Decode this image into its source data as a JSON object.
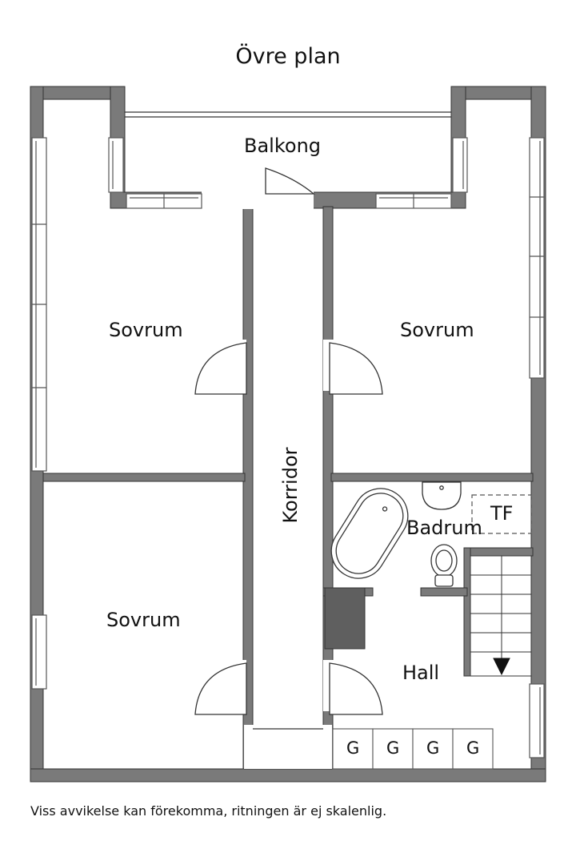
{
  "plan": {
    "title": "Övre plan",
    "rooms": {
      "balcony": "Balkong",
      "bedroom_top_left": "Sovrum",
      "bedroom_top_right": "Sovrum",
      "bedroom_bottom_left": "Sovrum",
      "corridor": "Korridor",
      "bathroom": "Badrum",
      "laundry": "TF",
      "hall": "Hall"
    },
    "wardrobes": [
      "G",
      "G",
      "G",
      "G"
    ],
    "disclaimer": "Viss avvikelse kan förekomma, ritningen är ej skalenlig.",
    "colors": {
      "wall": "#7a7a7a",
      "wall_stroke": "#333333",
      "window_frame": "#555555",
      "background": "#ffffff"
    }
  }
}
